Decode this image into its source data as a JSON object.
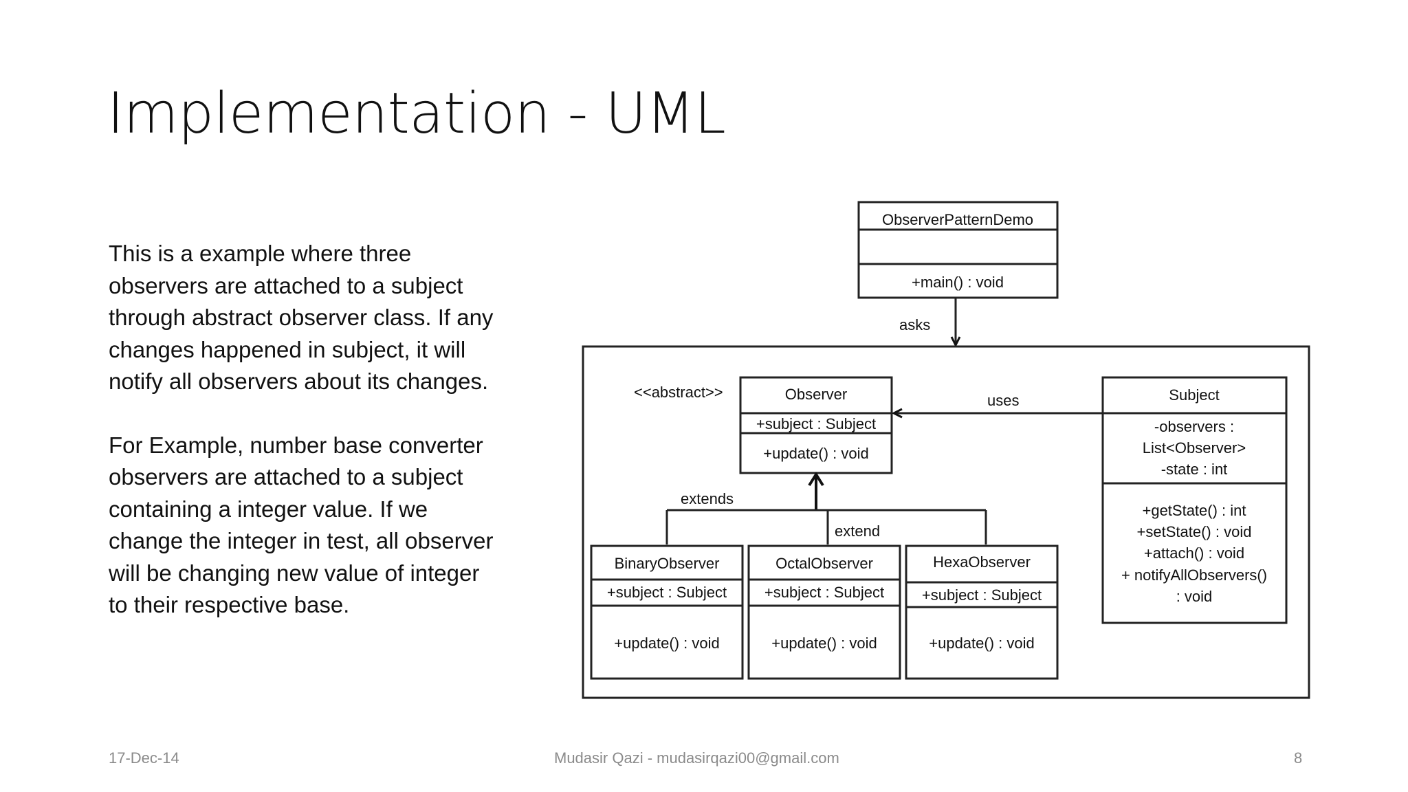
{
  "slide": {
    "title": "Implementation - UML",
    "paragraphs": [
      "This is a example where three observers are attached to a subject through abstract observer class. If any changes happened in subject, it will notify all observers about its changes.",
      "For Example, number base converter observers are attached to a subject containing a integer value. If we change the integer in test, all observer will be changing new value of integer to their respective base."
    ]
  },
  "uml": {
    "demo": {
      "name": "ObserverPatternDemo",
      "method": "+main()  : void"
    },
    "asks": "asks",
    "observer": {
      "stereotype": "<<abstract>>",
      "name": "Observer",
      "attribute": "+subject  : Subject",
      "method": "+update()  : void"
    },
    "uses": "uses",
    "subject": {
      "name": "Subject",
      "attributes": [
        "-observers  :",
        "List<Observer>",
        "-state : int"
      ],
      "methods": [
        "+getState() : int",
        "+setState() : void",
        "+attach() : void",
        "+ notifyAllObservers()",
        ": void"
      ]
    },
    "extends": "extends",
    "extend": "extend",
    "binary": {
      "name": "BinaryObserver",
      "attribute": "+subject  : Subject",
      "method": "+update()  : void"
    },
    "octal": {
      "name": "OctalObserver",
      "attribute": "+subject  : Subject",
      "method": "+update()  : void"
    },
    "hexa": {
      "name": "HexaObserver",
      "attribute": "+subject  : Subject",
      "method": "+update()  : void"
    }
  },
  "footer": {
    "date": "17-Dec-14",
    "author": "Mudasir Qazi - mudasirqazi00@gmail.com",
    "page": "8"
  }
}
